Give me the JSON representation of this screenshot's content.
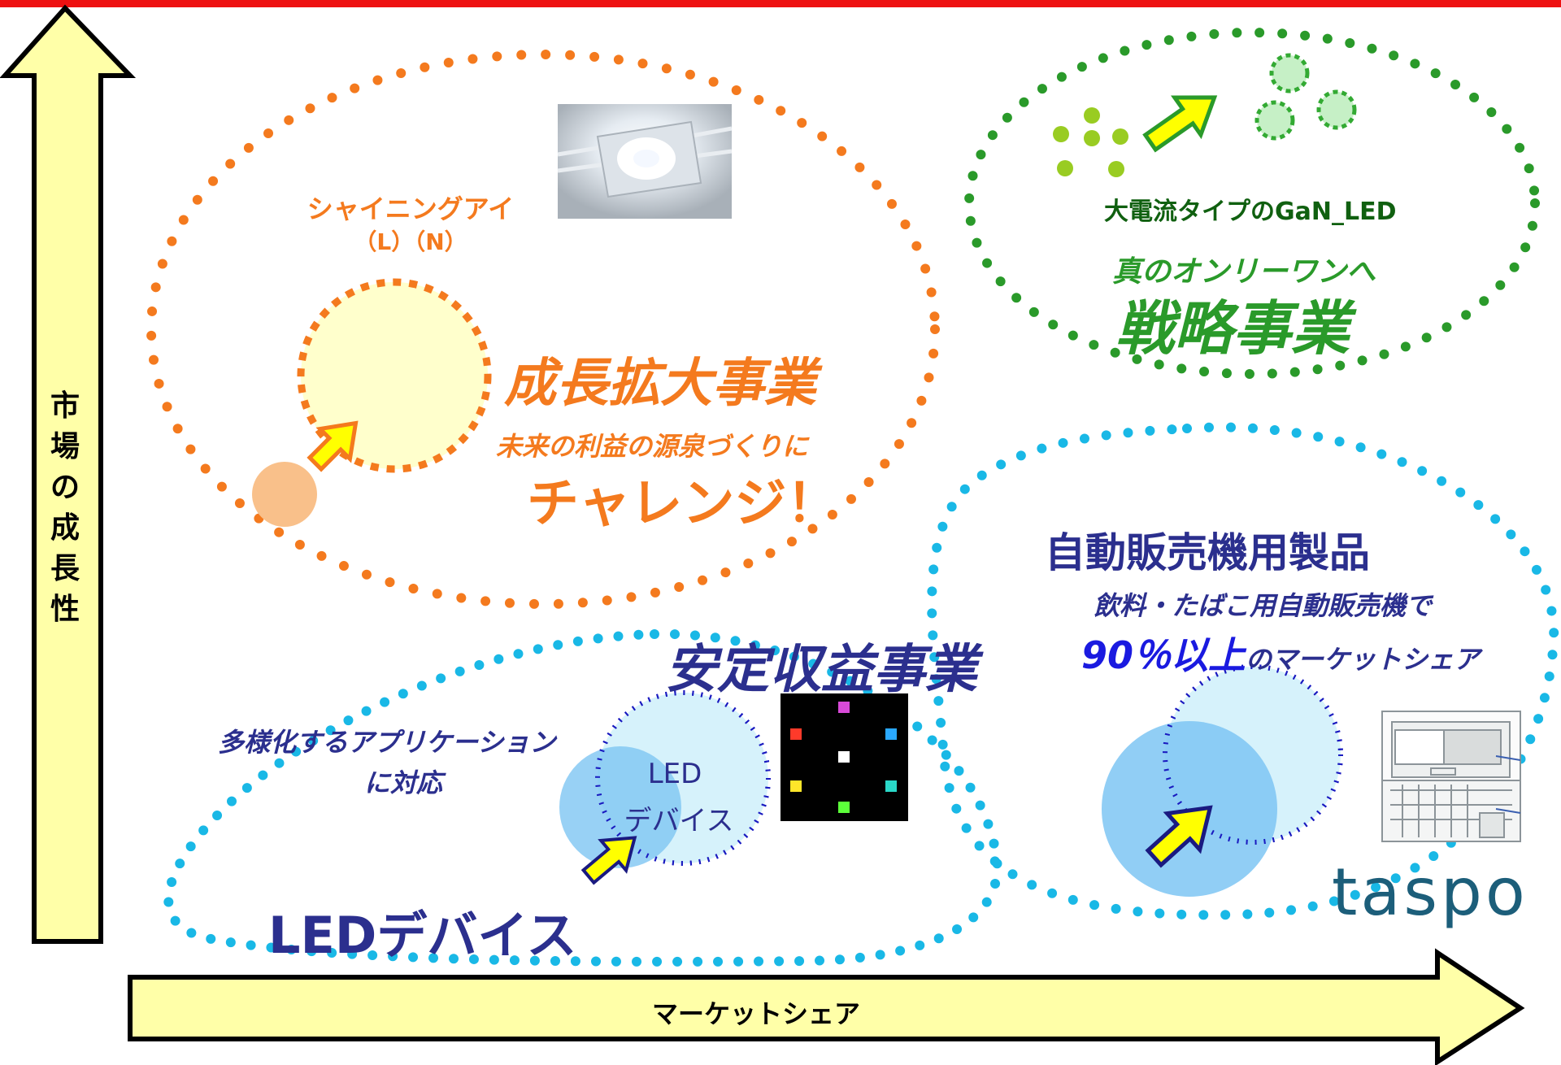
{
  "axes": {
    "y_label": "市場の成長性",
    "x_label": "マーケットシェア"
  },
  "growth": {
    "product_name": "シャイニングアイ",
    "product_variants": "（L）（N）",
    "title": "成長拡大事業",
    "subtitle": "未来の利益の源泉づくりに",
    "slogan": "チャレンジ！"
  },
  "strategic": {
    "product": "大電流タイプのGaN_LED",
    "subtitle": "真のオンリーワンへ",
    "title": "戦略事業"
  },
  "vending": {
    "title": "自動販売機用製品",
    "desc1": "飲料・たばこ用自動販売機で",
    "highlight": "90％以上",
    "desc2": "のマーケットシェア",
    "logo": "taspo"
  },
  "stable": {
    "title": "安定収益事業",
    "applications_line1": "多様化するアプリケーション",
    "applications_line2": "に対応",
    "bubble_line1": "LED",
    "bubble_line2": "デバイス",
    "category": "LEDデバイス"
  },
  "colors": {
    "frame_red": "#ee1111",
    "axis_fill": "#ffffa8",
    "orange": "#f47a1e",
    "green": "#2a9a2a",
    "cyan": "#19b8e6",
    "navy": "#2b2f8e",
    "arrow_yellow": "#ffff00"
  }
}
